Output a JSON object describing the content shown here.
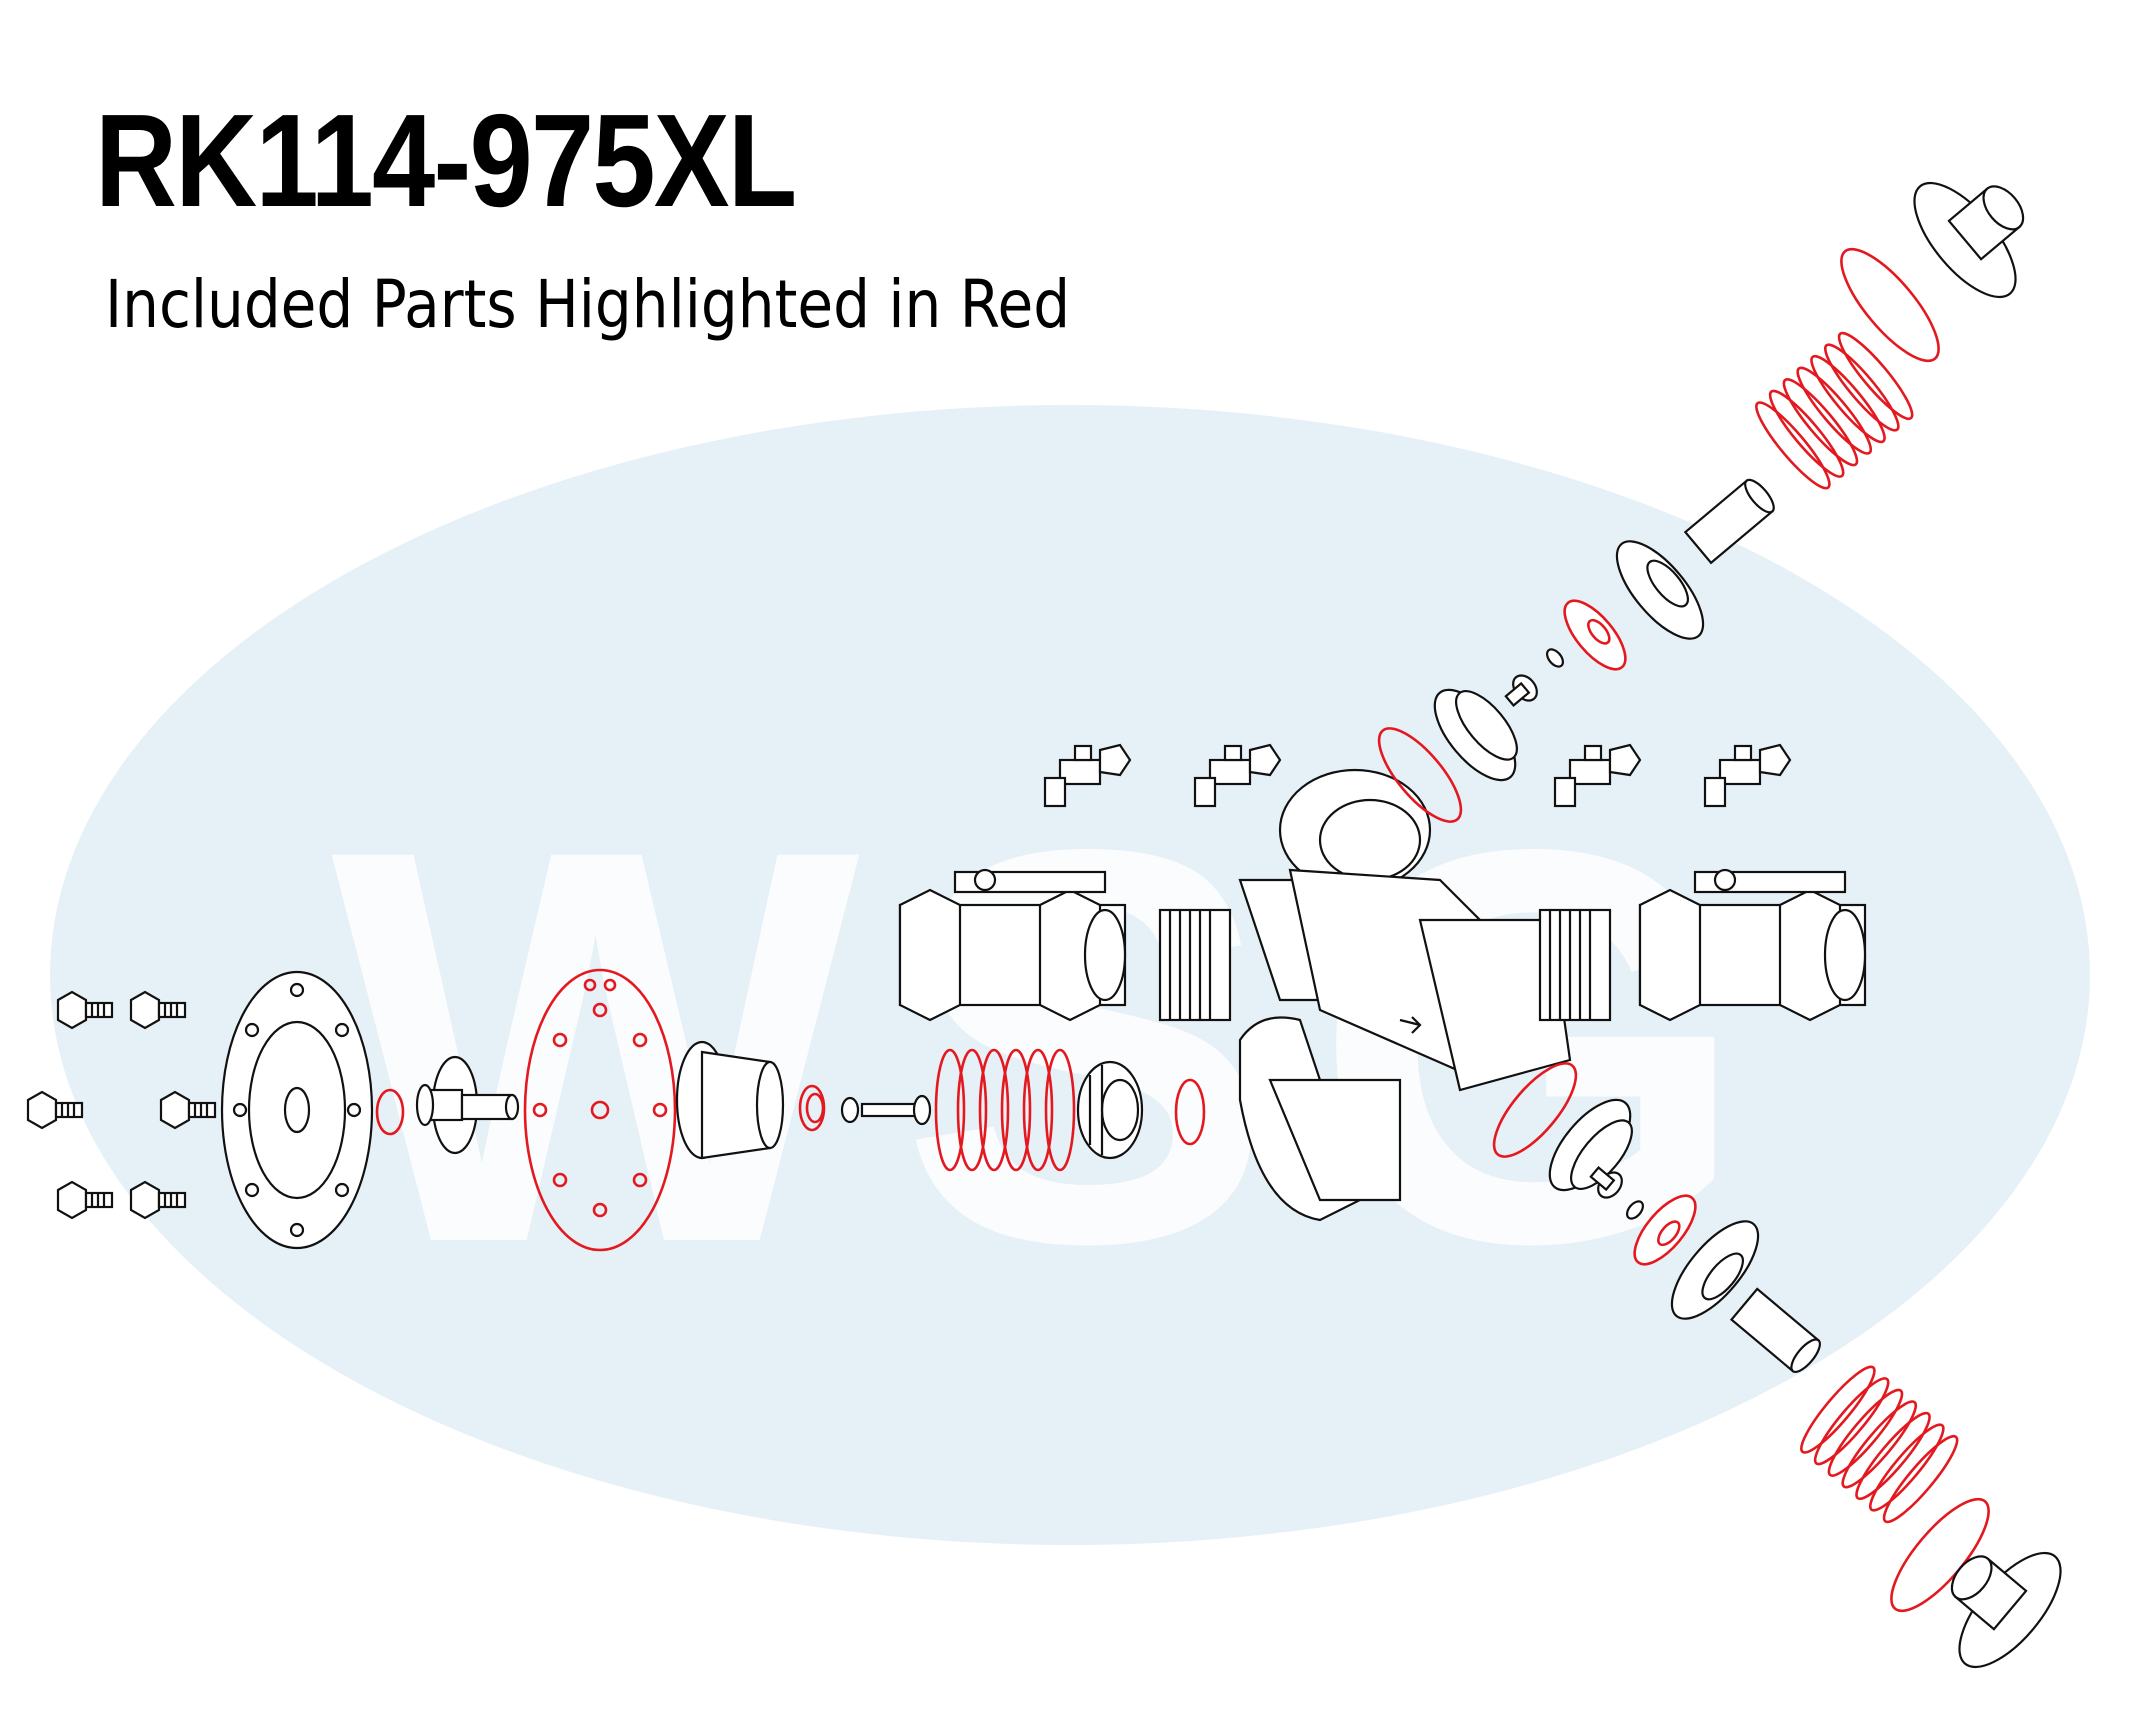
{
  "title": "RK114-975XL",
  "subtitle": "Included Parts Highlighted in Red",
  "watermark": {
    "text": "WSG",
    "oval_color": "#dfeef6",
    "letter_color": "#ffffff"
  },
  "colors": {
    "included_part": "#e3191f",
    "line_art": "#111111"
  }
}
